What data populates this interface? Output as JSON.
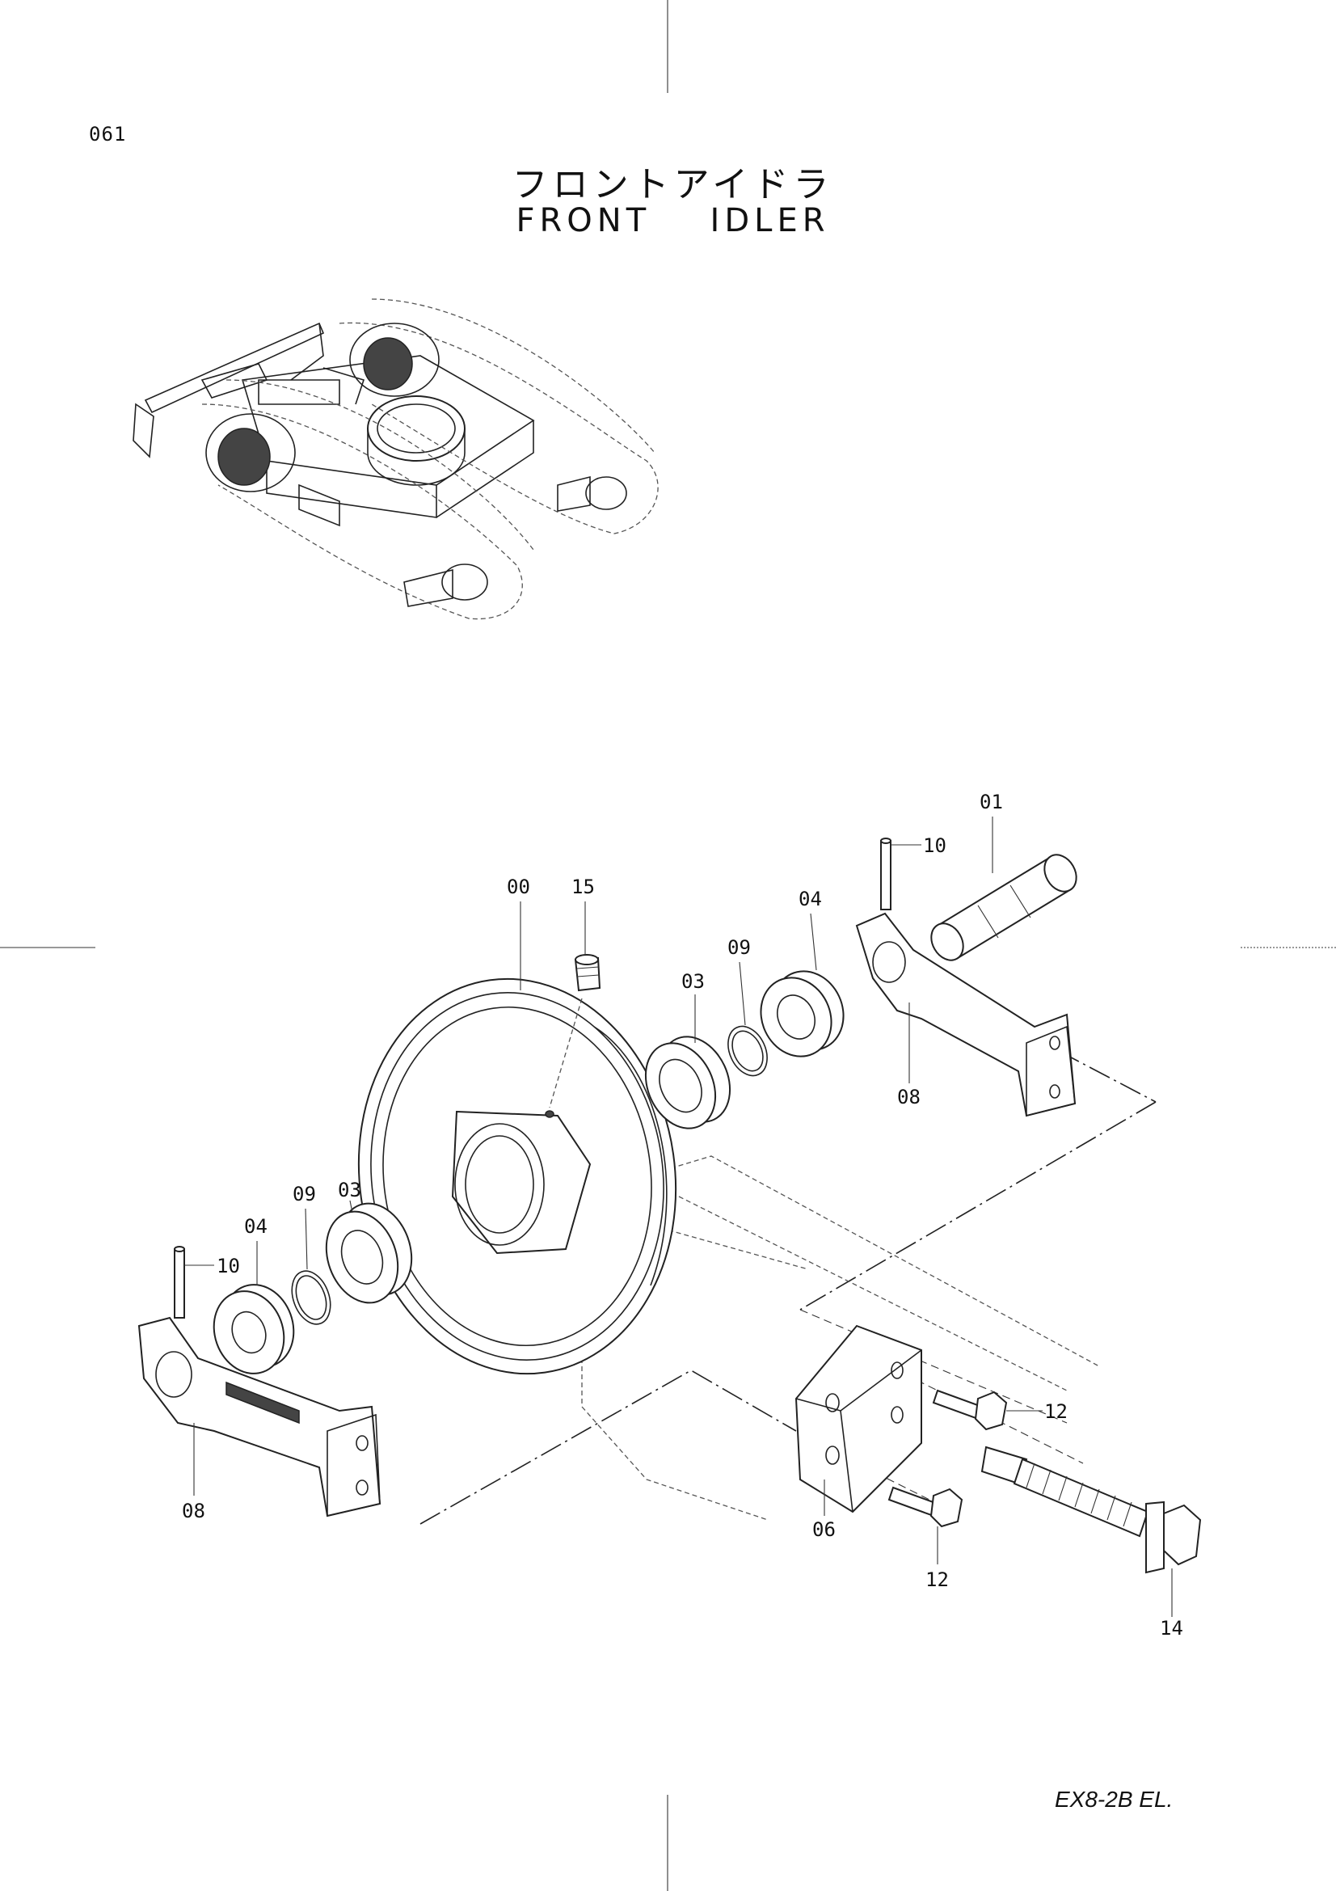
{
  "page_number": "061",
  "title_jp": "フロントアイドラ",
  "title_en": "FRONT  IDLER",
  "model_code": "EX8-2B EL.",
  "callouts": {
    "c00": "00",
    "c01": "01",
    "c03a": "03",
    "c03b": "03",
    "c04a": "04",
    "c04b": "04",
    "c06": "06",
    "c08a": "08",
    "c08b": "08",
    "c09a": "09",
    "c09b": "09",
    "c10a": "10",
    "c10b": "10",
    "c12a": "12",
    "c12b": "12",
    "c14": "14",
    "c15": "15"
  }
}
